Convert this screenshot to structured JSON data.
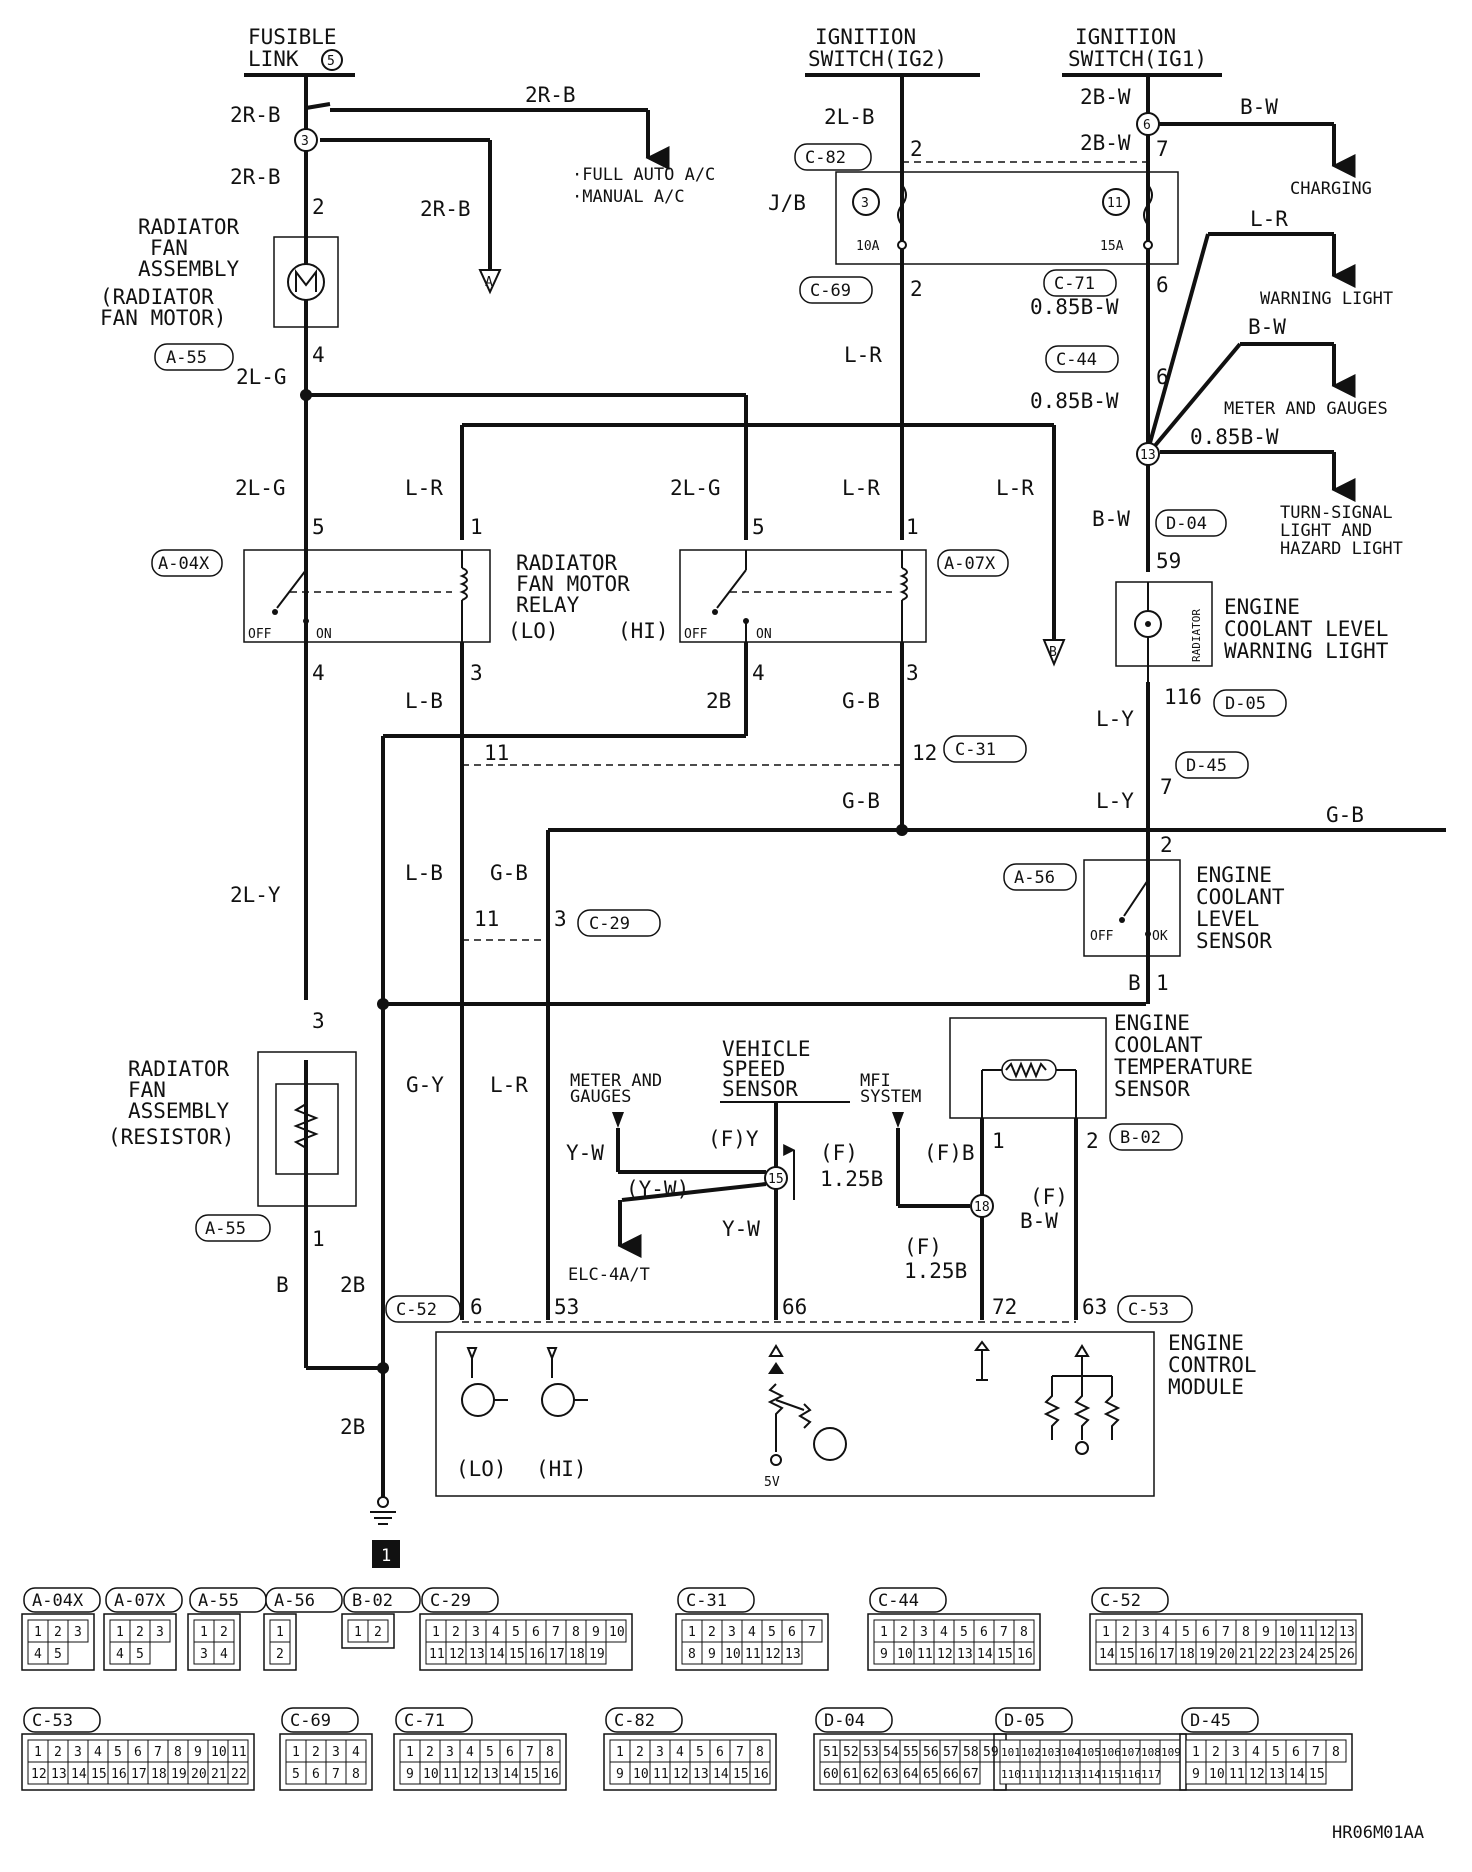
{
  "labels": {
    "fusible_link": [
      "FUSIBLE",
      "LINK"
    ],
    "fusible_link_no": "5",
    "ig2": [
      "IGNITION",
      "SWITCH(IG2)"
    ],
    "ig1": [
      "IGNITION",
      "SWITCH(IG1)"
    ],
    "full_auto_ac": "·FULL AUTO A/C",
    "manual_ac": "·MANUAL A/C",
    "charging": "CHARGING",
    "warning_light": "WARNING LIGHT",
    "meter_gauges": "METER AND GAUGES",
    "turn_signal": [
      "TURN-SIGNAL",
      "LIGHT AND",
      "HAZARD LIGHT"
    ],
    "fan_motor_asm": [
      "RADIATOR",
      "FAN",
      "ASSEMBLY",
      "(RADIATOR",
      "FAN MOTOR)"
    ],
    "relay": [
      "RADIATOR",
      "FAN MOTOR",
      "RELAY"
    ],
    "lo": "(LO)",
    "hi": "(HI)",
    "off": "OFF",
    "on": "ON",
    "on_k": "OK",
    "coolant_warn": [
      "ENGINE",
      "COOLANT LEVEL",
      "WARNING LIGHT"
    ],
    "radiator_v": "RADIATOR",
    "level_sensor": [
      "ENGINE",
      "COOLANT",
      "LEVEL",
      "SENSOR"
    ],
    "resistor_asm": [
      "RADIATOR",
      "FAN",
      "ASSEMBLY",
      "(RESISTOR)"
    ],
    "vss": [
      "VEHICLE",
      "SPEED",
      "SENSOR"
    ],
    "meter_gauges_2": [
      "METER AND",
      "GAUGES"
    ],
    "mfi": [
      "MFI",
      "SYSTEM"
    ],
    "temp_sensor": [
      "ENGINE",
      "COOLANT",
      "TEMPERATURE",
      "SENSOR"
    ],
    "elc": "ELC-4A/T",
    "ecm": [
      "ENGINE",
      "CONTROL",
      "MODULE"
    ],
    "jb": "J/B",
    "fuse_10a": "10A",
    "fuse_15a": "15A",
    "fuse_3": "3",
    "fuse_11": "11",
    "five_v": "5V",
    "ecm_lo": "(LO)",
    "ecm_hi": "(HI)",
    "ground_no": "1",
    "part_code": "HR06M01AA",
    "conn_a": "A",
    "conn_b": "B"
  },
  "wires": {
    "w_2rb_1": "2R-B",
    "w_2rb_2": "2R-B",
    "w_2rb_3": "2R-B",
    "w_2rb_4": "2R-B",
    "w_2lb": "2L-B",
    "w_2bw_1": "2B-W",
    "w_2bw_2": "2B-W",
    "w_bw_1": "B-W",
    "w_lr_1": "L-R",
    "w_bw_2": "B-W",
    "w_085bw_1": "0.85B-W",
    "w_085bw_2": "0.85B-W",
    "w_085bw_3": "0.85B-W",
    "w_lr_2": "L-R",
    "w_2lg_1": "2L-G",
    "w_2lg_2": "2L-G",
    "w_lr_3": "L-R",
    "w_2lg_3": "2L-G",
    "w_lr_4": "L-R",
    "w_lr_5": "L-R",
    "w_bw_3": "B-W",
    "w_lb_1": "L-B",
    "w_2b_1": "2B",
    "w_gb_1": "G-B",
    "w_gb_2": "G-B",
    "w_gb_3": "G-B",
    "w_ly_1": "L-Y",
    "w_ly_2": "L-Y",
    "w_2ly": "2L-Y",
    "w_lb_2": "L-B",
    "w_gb_4": "G-B",
    "w_b_1": "B",
    "w_gy": "G-Y",
    "w_lr_6": "L-R",
    "w_yw_1": "Y-W",
    "w_yw_2": "(Y-W)",
    "w_yw_3": "Y-W",
    "w_fy": "(F)Y",
    "w_f125b_1": "(F)",
    "w_f125b_1b": "1.25B",
    "w_fb": "(F)B",
    "w_f125b_2": "(F)",
    "w_f125b_2b": "1.25B",
    "w_fbw": "(F)",
    "w_fbw_b": "B-W",
    "w_b_2": "B",
    "w_2b_2": "2B",
    "w_2b_3": "2B"
  },
  "connectors": {
    "a55": "A-55",
    "a04x": "A-04X",
    "a07x": "A-07X",
    "a56": "A-56",
    "b02": "B-02",
    "c82": "C-82",
    "c69": "C-69",
    "c71": "C-71",
    "c44": "C-44",
    "c31": "C-31",
    "c29": "C-29",
    "c52": "C-52",
    "c53": "C-53",
    "d04": "D-04",
    "d05": "D-05",
    "d45": "D-45",
    "a55b": "A-55"
  },
  "pins": {
    "p2_a": "2",
    "p4_a": "4",
    "p2_c82": "2",
    "p7_c82": "7",
    "p2_c69": "2",
    "p6_c71": "6",
    "p6_c44": "6",
    "p5_r1": "5",
    "p1_r1": "1",
    "p5_r2": "5",
    "p1_r2": "1",
    "p4_r1": "4",
    "p3_r1": "3",
    "p4_r2": "4",
    "p3_r2": "3",
    "p59": "59",
    "p116": "116",
    "p7_d45": "7",
    "p11_c31": "11",
    "p12_c31": "12",
    "p2_a56": "2",
    "p1_a56": "1",
    "p11_c29": "11",
    "p3_c29": "3",
    "p3_res": "3",
    "p1_res": "1",
    "p1_b02": "1",
    "p2_b02": "2",
    "p6_c52": "6",
    "p53": "53",
    "p66": "66",
    "p72": "72",
    "p63": "63"
  },
  "hubs": {
    "h3": "3",
    "h6": "6",
    "h13": "13",
    "h15": "15",
    "h18": "18"
  },
  "legend": [
    {
      "name": "A-04X",
      "cells": [
        "1",
        "2",
        "3",
        "4",
        "5"
      ]
    },
    {
      "name": "A-07X",
      "cells": [
        "1",
        "2",
        "3",
        "4",
        "5"
      ]
    },
    {
      "name": "A-55",
      "cells": [
        "1",
        "2",
        "3",
        "4"
      ]
    },
    {
      "name": "A-56",
      "cells": [
        "1",
        "2"
      ]
    },
    {
      "name": "B-02",
      "cells": [
        "1",
        "2"
      ]
    },
    {
      "name": "C-29",
      "cells": [
        "1",
        "2",
        "3",
        "4",
        "5",
        "6",
        "7",
        "8",
        "9",
        "10",
        "11",
        "12",
        "13",
        "14",
        "15",
        "16",
        "17",
        "18",
        "19"
      ]
    },
    {
      "name": "C-31",
      "cells": [
        "1",
        "2",
        "3",
        "4",
        "5",
        "6",
        "7",
        "8",
        "9",
        "10",
        "11",
        "12",
        "13"
      ]
    },
    {
      "name": "C-44",
      "cells": [
        "1",
        "2",
        "3",
        "4",
        "5",
        "6",
        "7",
        "8",
        "9",
        "10",
        "11",
        "12",
        "13",
        "14",
        "15",
        "16"
      ]
    },
    {
      "name": "C-52",
      "cells": [
        "1",
        "2",
        "3",
        "4",
        "5",
        "6",
        "7",
        "8",
        "9",
        "10",
        "11",
        "12",
        "13",
        "14",
        "15",
        "16",
        "17",
        "18",
        "19",
        "20",
        "21",
        "22",
        "23",
        "24",
        "25",
        "26"
      ]
    },
    {
      "name": "C-53",
      "cells": [
        "1",
        "2",
        "3",
        "4",
        "5",
        "6",
        "7",
        "8",
        "9",
        "10",
        "11",
        "12",
        "13",
        "14",
        "15",
        "16",
        "17",
        "18",
        "19",
        "20",
        "21",
        "22"
      ]
    },
    {
      "name": "C-69",
      "cells": [
        "1",
        "2",
        "3",
        "4",
        "5",
        "6",
        "7",
        "8"
      ]
    },
    {
      "name": "C-71",
      "cells": [
        "1",
        "2",
        "3",
        "4",
        "5",
        "6",
        "7",
        "8",
        "9",
        "10",
        "11",
        "12",
        "13",
        "14",
        "15",
        "16"
      ]
    },
    {
      "name": "C-82",
      "cells": [
        "1",
        "2",
        "3",
        "4",
        "5",
        "6",
        "7",
        "8",
        "9",
        "10",
        "11",
        "12",
        "13",
        "14",
        "15",
        "16"
      ]
    },
    {
      "name": "D-04",
      "cells": [
        "51",
        "52",
        "53",
        "54",
        "55",
        "56",
        "57",
        "58",
        "59",
        "60",
        "61",
        "62",
        "63",
        "64",
        "65",
        "66",
        "67"
      ]
    },
    {
      "name": "D-05",
      "cells": [
        "101",
        "102",
        "103",
        "104",
        "105",
        "106",
        "107",
        "108",
        "109",
        "110",
        "111",
        "112",
        "113",
        "114",
        "115",
        "116",
        "117"
      ]
    },
    {
      "name": "D-45",
      "cells": [
        "1",
        "2",
        "3",
        "4",
        "5",
        "6",
        "7",
        "8",
        "9",
        "10",
        "11",
        "12",
        "13",
        "14",
        "15"
      ]
    }
  ]
}
